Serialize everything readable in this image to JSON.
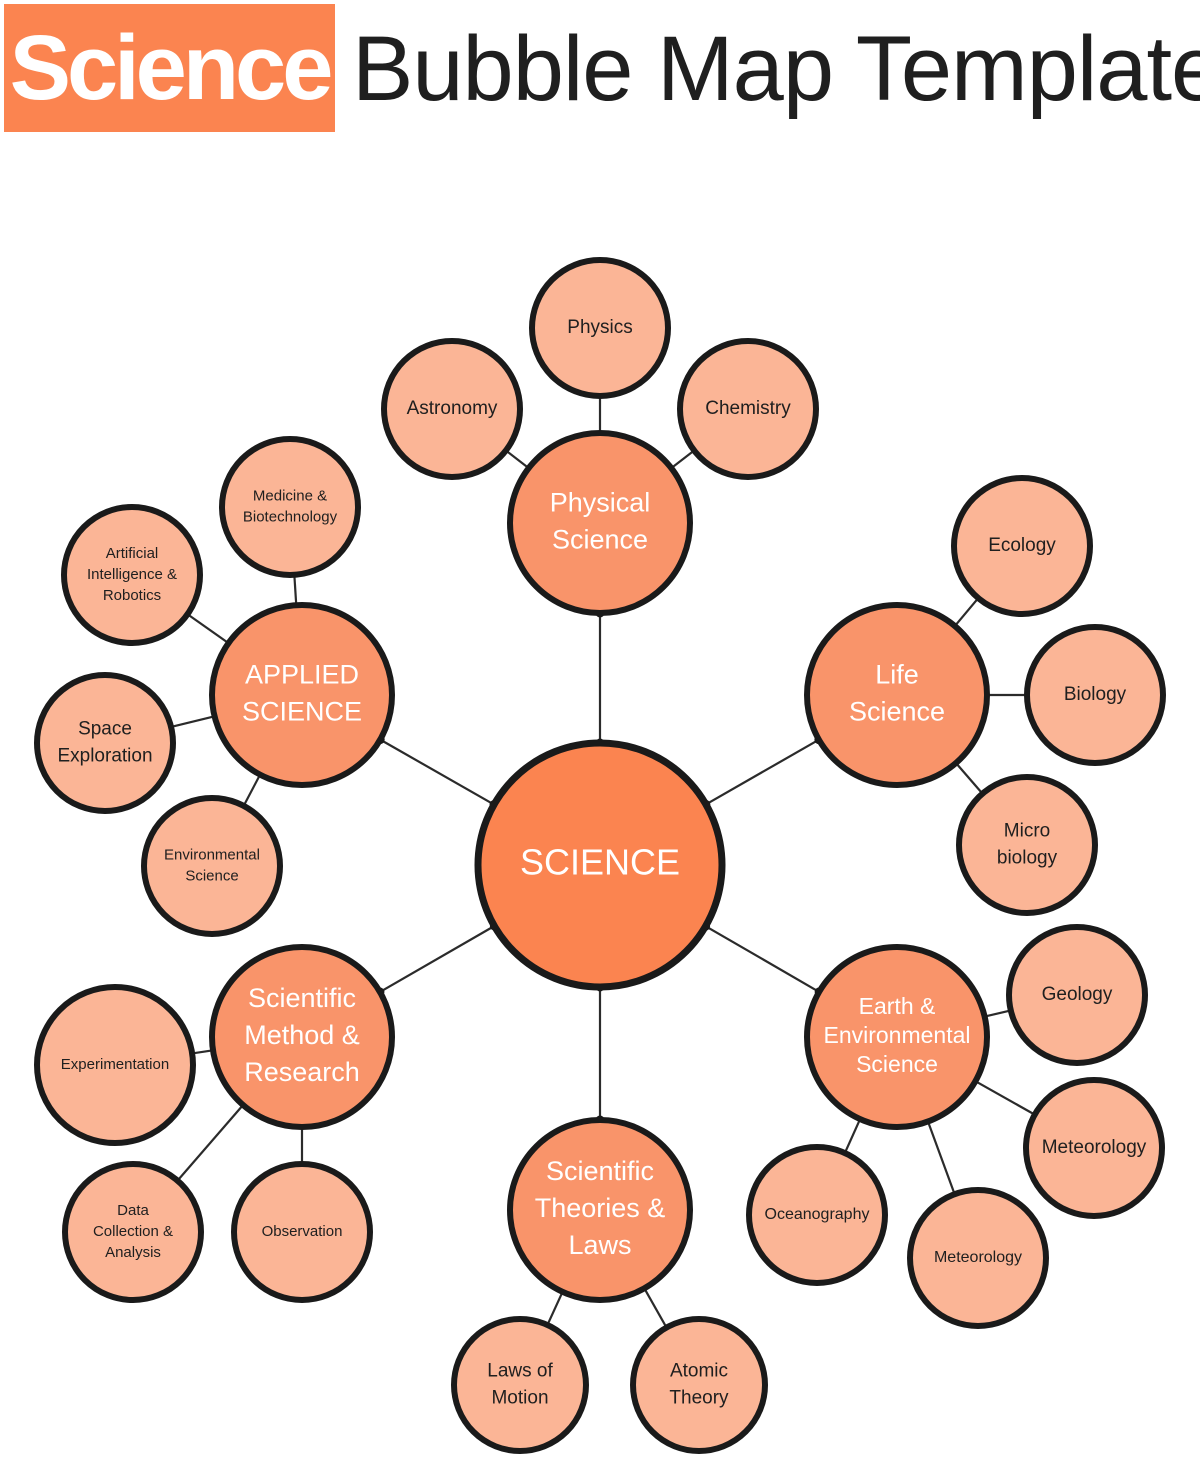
{
  "header": {
    "title_highlight": "Science",
    "title_rest": "Bubble Map Template"
  },
  "colors": {
    "badge": "#fb8450",
    "center_fill": "#fb8450",
    "main_fill": "#f9946a",
    "leaf_fill": "#fbb596",
    "outline": "#1a1a1a",
    "main_text": "#ffffff",
    "leaf_text": "#1f1f1f"
  },
  "diagram": {
    "center": {
      "id": "center",
      "lines": [
        "SCIENCE"
      ]
    },
    "categories": [
      {
        "id": "physical",
        "lines": [
          "Physical",
          "Science"
        ],
        "leaves": [
          {
            "id": "physics",
            "lines": [
              "Physics"
            ]
          },
          {
            "id": "astronomy",
            "lines": [
              "Astronomy"
            ]
          },
          {
            "id": "chemistry",
            "lines": [
              "Chemistry"
            ]
          }
        ]
      },
      {
        "id": "life",
        "lines": [
          "Life",
          "Science"
        ],
        "leaves": [
          {
            "id": "ecology",
            "lines": [
              "Ecology"
            ]
          },
          {
            "id": "biology",
            "lines": [
              "Biology"
            ]
          },
          {
            "id": "microbiology",
            "lines": [
              "Micro",
              "biology"
            ]
          }
        ]
      },
      {
        "id": "earth",
        "lines": [
          "Earth &",
          "Environmental",
          "Science"
        ],
        "leaves": [
          {
            "id": "geology",
            "lines": [
              "Geology"
            ]
          },
          {
            "id": "meteorology1",
            "lines": [
              "Meteorology"
            ]
          },
          {
            "id": "meteorology2",
            "lines": [
              "Meteorology"
            ]
          },
          {
            "id": "oceanography",
            "lines": [
              "Oceanography"
            ]
          }
        ]
      },
      {
        "id": "theories",
        "lines": [
          "Scientific",
          "Theories &",
          "Laws"
        ],
        "leaves": [
          {
            "id": "laws-motion",
            "lines": [
              "Laws of",
              "Motion"
            ]
          },
          {
            "id": "atomic",
            "lines": [
              "Atomic",
              "Theory"
            ]
          }
        ]
      },
      {
        "id": "method",
        "lines": [
          "Scientific",
          "Method &",
          "Research"
        ],
        "leaves": [
          {
            "id": "experimentation",
            "lines": [
              "Experimentation"
            ]
          },
          {
            "id": "data-collection",
            "lines": [
              "Data",
              "Collection &",
              "Analysis"
            ]
          },
          {
            "id": "observation",
            "lines": [
              "Observation"
            ]
          }
        ]
      },
      {
        "id": "applied",
        "lines": [
          "APPLIED",
          "SCIENCE"
        ],
        "leaves": [
          {
            "id": "medicine",
            "lines": [
              "Medicine &",
              "Biotechnology"
            ]
          },
          {
            "id": "ai",
            "lines": [
              "Artificial",
              "Intelligence &",
              "Robotics"
            ]
          },
          {
            "id": "space",
            "lines": [
              "Space",
              "Exploration"
            ]
          },
          {
            "id": "environmental",
            "lines": [
              "Environmental",
              "Science"
            ]
          }
        ]
      }
    ]
  }
}
